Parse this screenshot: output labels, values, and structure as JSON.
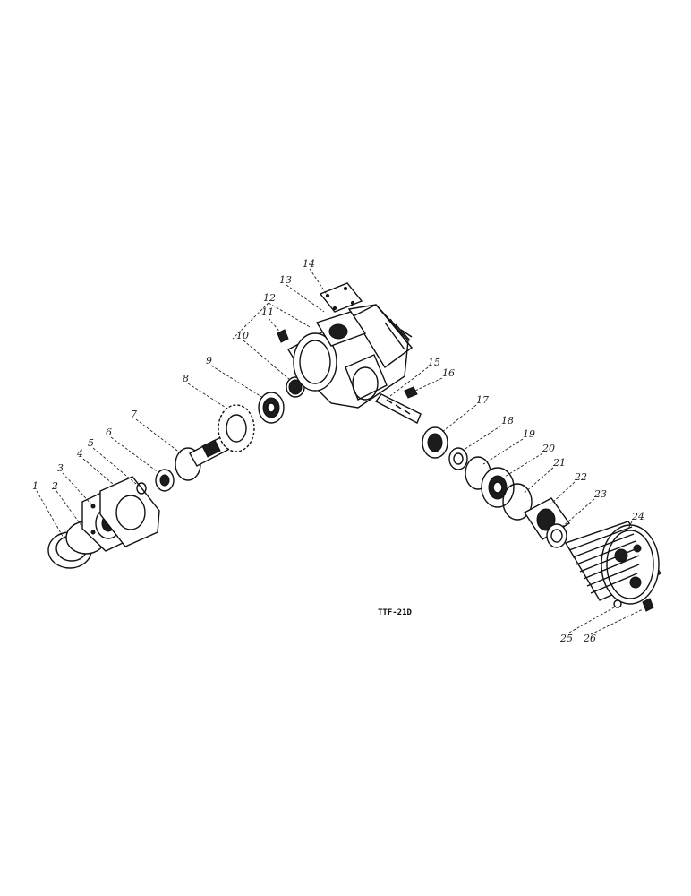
{
  "figure_code": "TTF-21D",
  "callouts": [
    "1",
    "2",
    "3",
    "4",
    "5",
    "6",
    "7",
    "8",
    "9",
    "10",
    "11",
    "12",
    "13",
    "14",
    "15",
    "16",
    "17",
    "18",
    "19",
    "20",
    "21",
    "22",
    "23",
    "24",
    "25",
    "26"
  ]
}
